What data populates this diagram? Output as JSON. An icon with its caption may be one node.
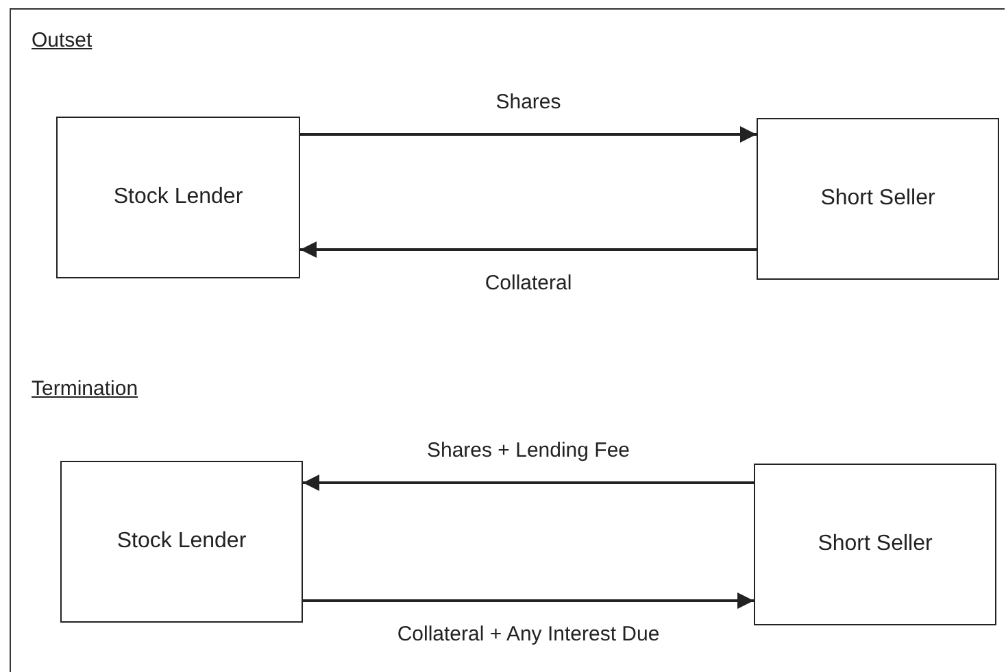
{
  "diagram": {
    "nodes": [
      {
        "text": [
          "Stock Lender"
        ]
      },
      {
        "text": [
          "Short Seller"
        ]
      },
      {
        "text": [
          "Stock Lender"
        ]
      },
      {
        "text": [
          "Short Seller"
        ]
      }
    ],
    "edges": [
      {
        "from": 0,
        "to": 1,
        "arrow": "to",
        "label": "Shares"
      },
      {
        "from": 1,
        "to": 0,
        "arrow": "to",
        "label": "Collateral"
      },
      {
        "from": 3,
        "to": 2,
        "arrow": "to",
        "label": "Shares + Lending Fee"
      },
      {
        "from": 2,
        "to": 3,
        "arrow": "to",
        "label": "Collateral + Any Interest Due"
      }
    ],
    "labels": [
      "Outset",
      "Termination"
    ]
  }
}
